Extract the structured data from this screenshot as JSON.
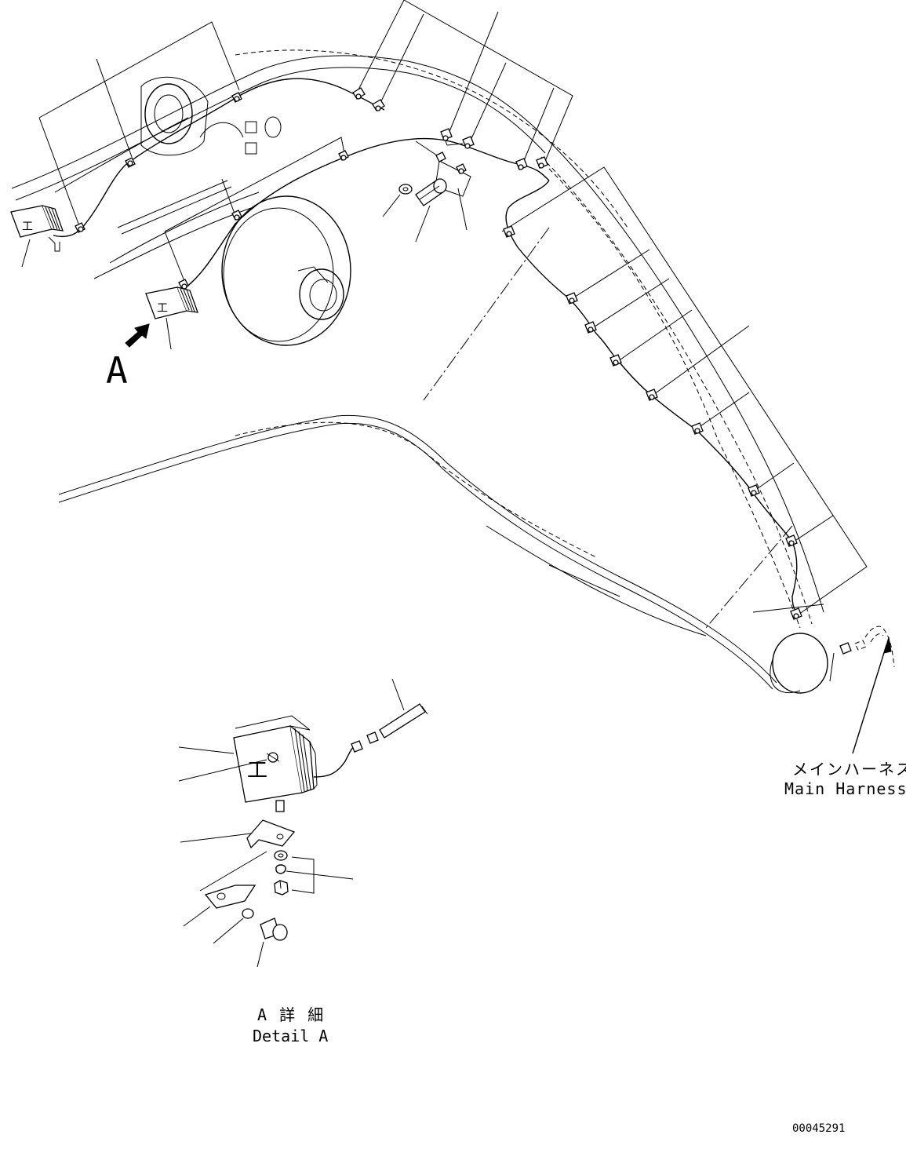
{
  "labels": {
    "view_marker": "A",
    "main_harness_jp": "メインハーネス",
    "main_harness_en": "Main Harness",
    "detail_jp": "A 詳 細",
    "detail_en": "Detail A",
    "drawing_number": "00045291"
  },
  "icons": {
    "view_arrow": "arrow-right-icon",
    "lamp": "work-lamp-icon",
    "clamp": "harness-clamp-icon",
    "bolt": "bolt-icon",
    "washer": "washer-icon",
    "nut": "nut-icon",
    "connector": "connector-icon"
  }
}
